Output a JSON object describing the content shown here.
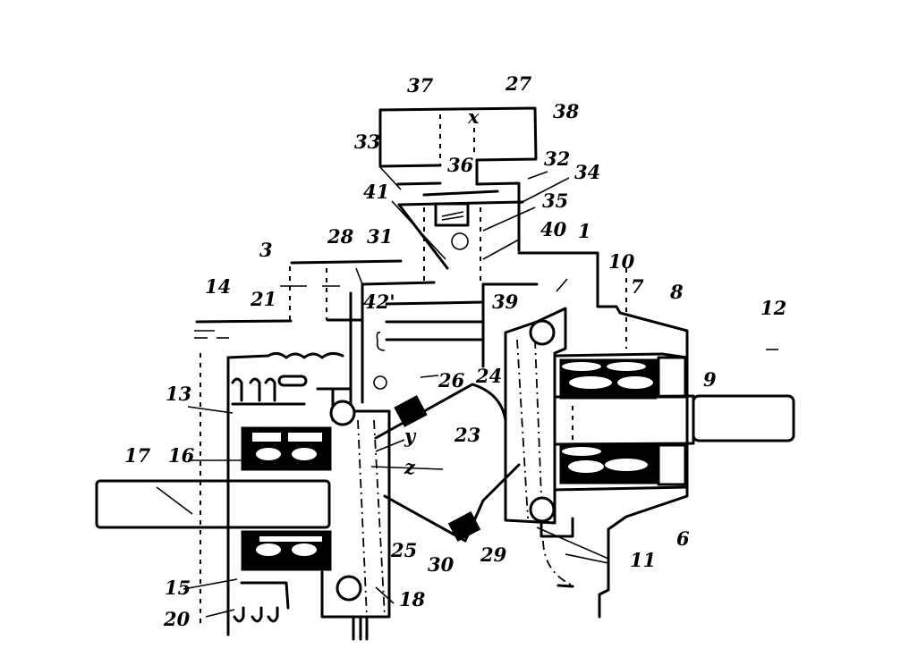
{
  "figure": {
    "type": "patent mechanical section drawing",
    "subject": "gear/shaft assembly with bearings, inclined element and balls",
    "colors": {
      "ink": "#000000",
      "paper": "#ffffff"
    }
  },
  "labels": [
    {
      "id": "37",
      "text": "37"
    },
    {
      "id": "27",
      "text": "27"
    },
    {
      "id": "38",
      "text": "38"
    },
    {
      "id": "33",
      "text": "33"
    },
    {
      "id": "36",
      "text": "36"
    },
    {
      "id": "32",
      "text": "32"
    },
    {
      "id": "34",
      "text": "34"
    },
    {
      "id": "41",
      "text": "41"
    },
    {
      "id": "35",
      "text": "35"
    },
    {
      "id": "40",
      "text": "40"
    },
    {
      "id": "1",
      "text": "1"
    },
    {
      "id": "3",
      "text": "3"
    },
    {
      "id": "28",
      "text": "28"
    },
    {
      "id": "31",
      "text": "31"
    },
    {
      "id": "10",
      "text": "10"
    },
    {
      "id": "7",
      "text": "7"
    },
    {
      "id": "8",
      "text": "8"
    },
    {
      "id": "12",
      "text": "12"
    },
    {
      "id": "14",
      "text": "14"
    },
    {
      "id": "21",
      "text": "21"
    },
    {
      "id": "42",
      "text": "42'"
    },
    {
      "id": "39",
      "text": "39"
    },
    {
      "id": "9",
      "text": "9"
    },
    {
      "id": "13",
      "text": "13"
    },
    {
      "id": "26",
      "text": "26"
    },
    {
      "id": "24",
      "text": "24"
    },
    {
      "id": "y",
      "text": "y"
    },
    {
      "id": "23",
      "text": "23"
    },
    {
      "id": "16",
      "text": "16"
    },
    {
      "id": "17",
      "text": "17"
    },
    {
      "id": "z",
      "text": "z"
    },
    {
      "id": "25",
      "text": "25"
    },
    {
      "id": "30",
      "text": "30"
    },
    {
      "id": "29",
      "text": "29"
    },
    {
      "id": "11",
      "text": "11"
    },
    {
      "id": "6",
      "text": "6"
    },
    {
      "id": "15",
      "text": "15"
    },
    {
      "id": "20",
      "text": "20"
    },
    {
      "id": "18",
      "text": "18"
    },
    {
      "id": "x",
      "text": "x"
    }
  ]
}
